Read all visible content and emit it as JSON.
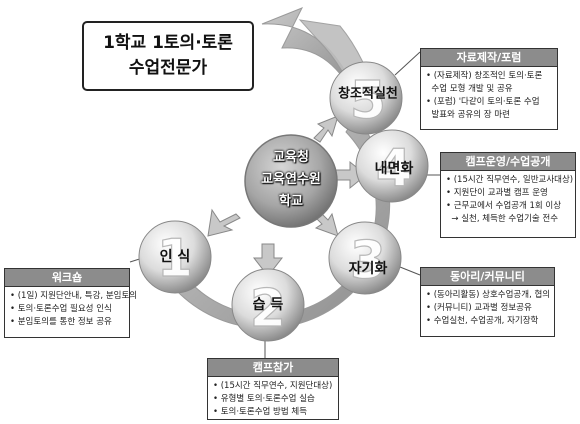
{
  "title": {
    "line1": "1학교 1토의·토론",
    "line2": "수업전문가"
  },
  "center": {
    "line1": "교육청",
    "line2": "교육연수원",
    "line3": "학교"
  },
  "stages": [
    {
      "number": "1",
      "label": "인 식"
    },
    {
      "number": "2",
      "label": "습 득"
    },
    {
      "number": "3",
      "label": "자기화"
    },
    {
      "number": "4",
      "label": "내면화"
    },
    {
      "number": "5",
      "label": "창조적실천"
    }
  ],
  "panels": {
    "workshop": {
      "title": "워크숍",
      "items": [
        "(1일) 지원단안내, 특강, 분임토의",
        "토의·토론수업 필요성 인식",
        "분임토의를 통한 정보 공유"
      ]
    },
    "camp": {
      "title": "캠프참가",
      "items": [
        "(15시간 직무연수, 지원단대상)",
        "유형별 토의·토론수업 실습",
        "토의·토론수업 방법 체득"
      ]
    },
    "community": {
      "title": "동아리/커뮤니티",
      "items": [
        "(동아리활동) 상호수업공개, 협의",
        "(커뮤니티) 교과별 정보공유",
        "수업실천, 수업공개, 자기장학"
      ]
    },
    "campops": {
      "title": "캠프운영/수업공개",
      "items": [
        "(15시간 직무연수, 일반교사대상)",
        "지원단이 교과별 캠프 운영",
        "근무교에서 수업공개 1회 이상",
        "→ 실천, 체득한 수업기술 전수"
      ]
    },
    "materials": {
      "title": "자료제작/포럼",
      "items": [
        "(자료제작) 창조적인 토의·토론",
        "수업 모형 개발 및 공유",
        "(포럼) '다같이 토의·토론 수업",
        "발표와 공유의 장 마련"
      ]
    }
  }
}
